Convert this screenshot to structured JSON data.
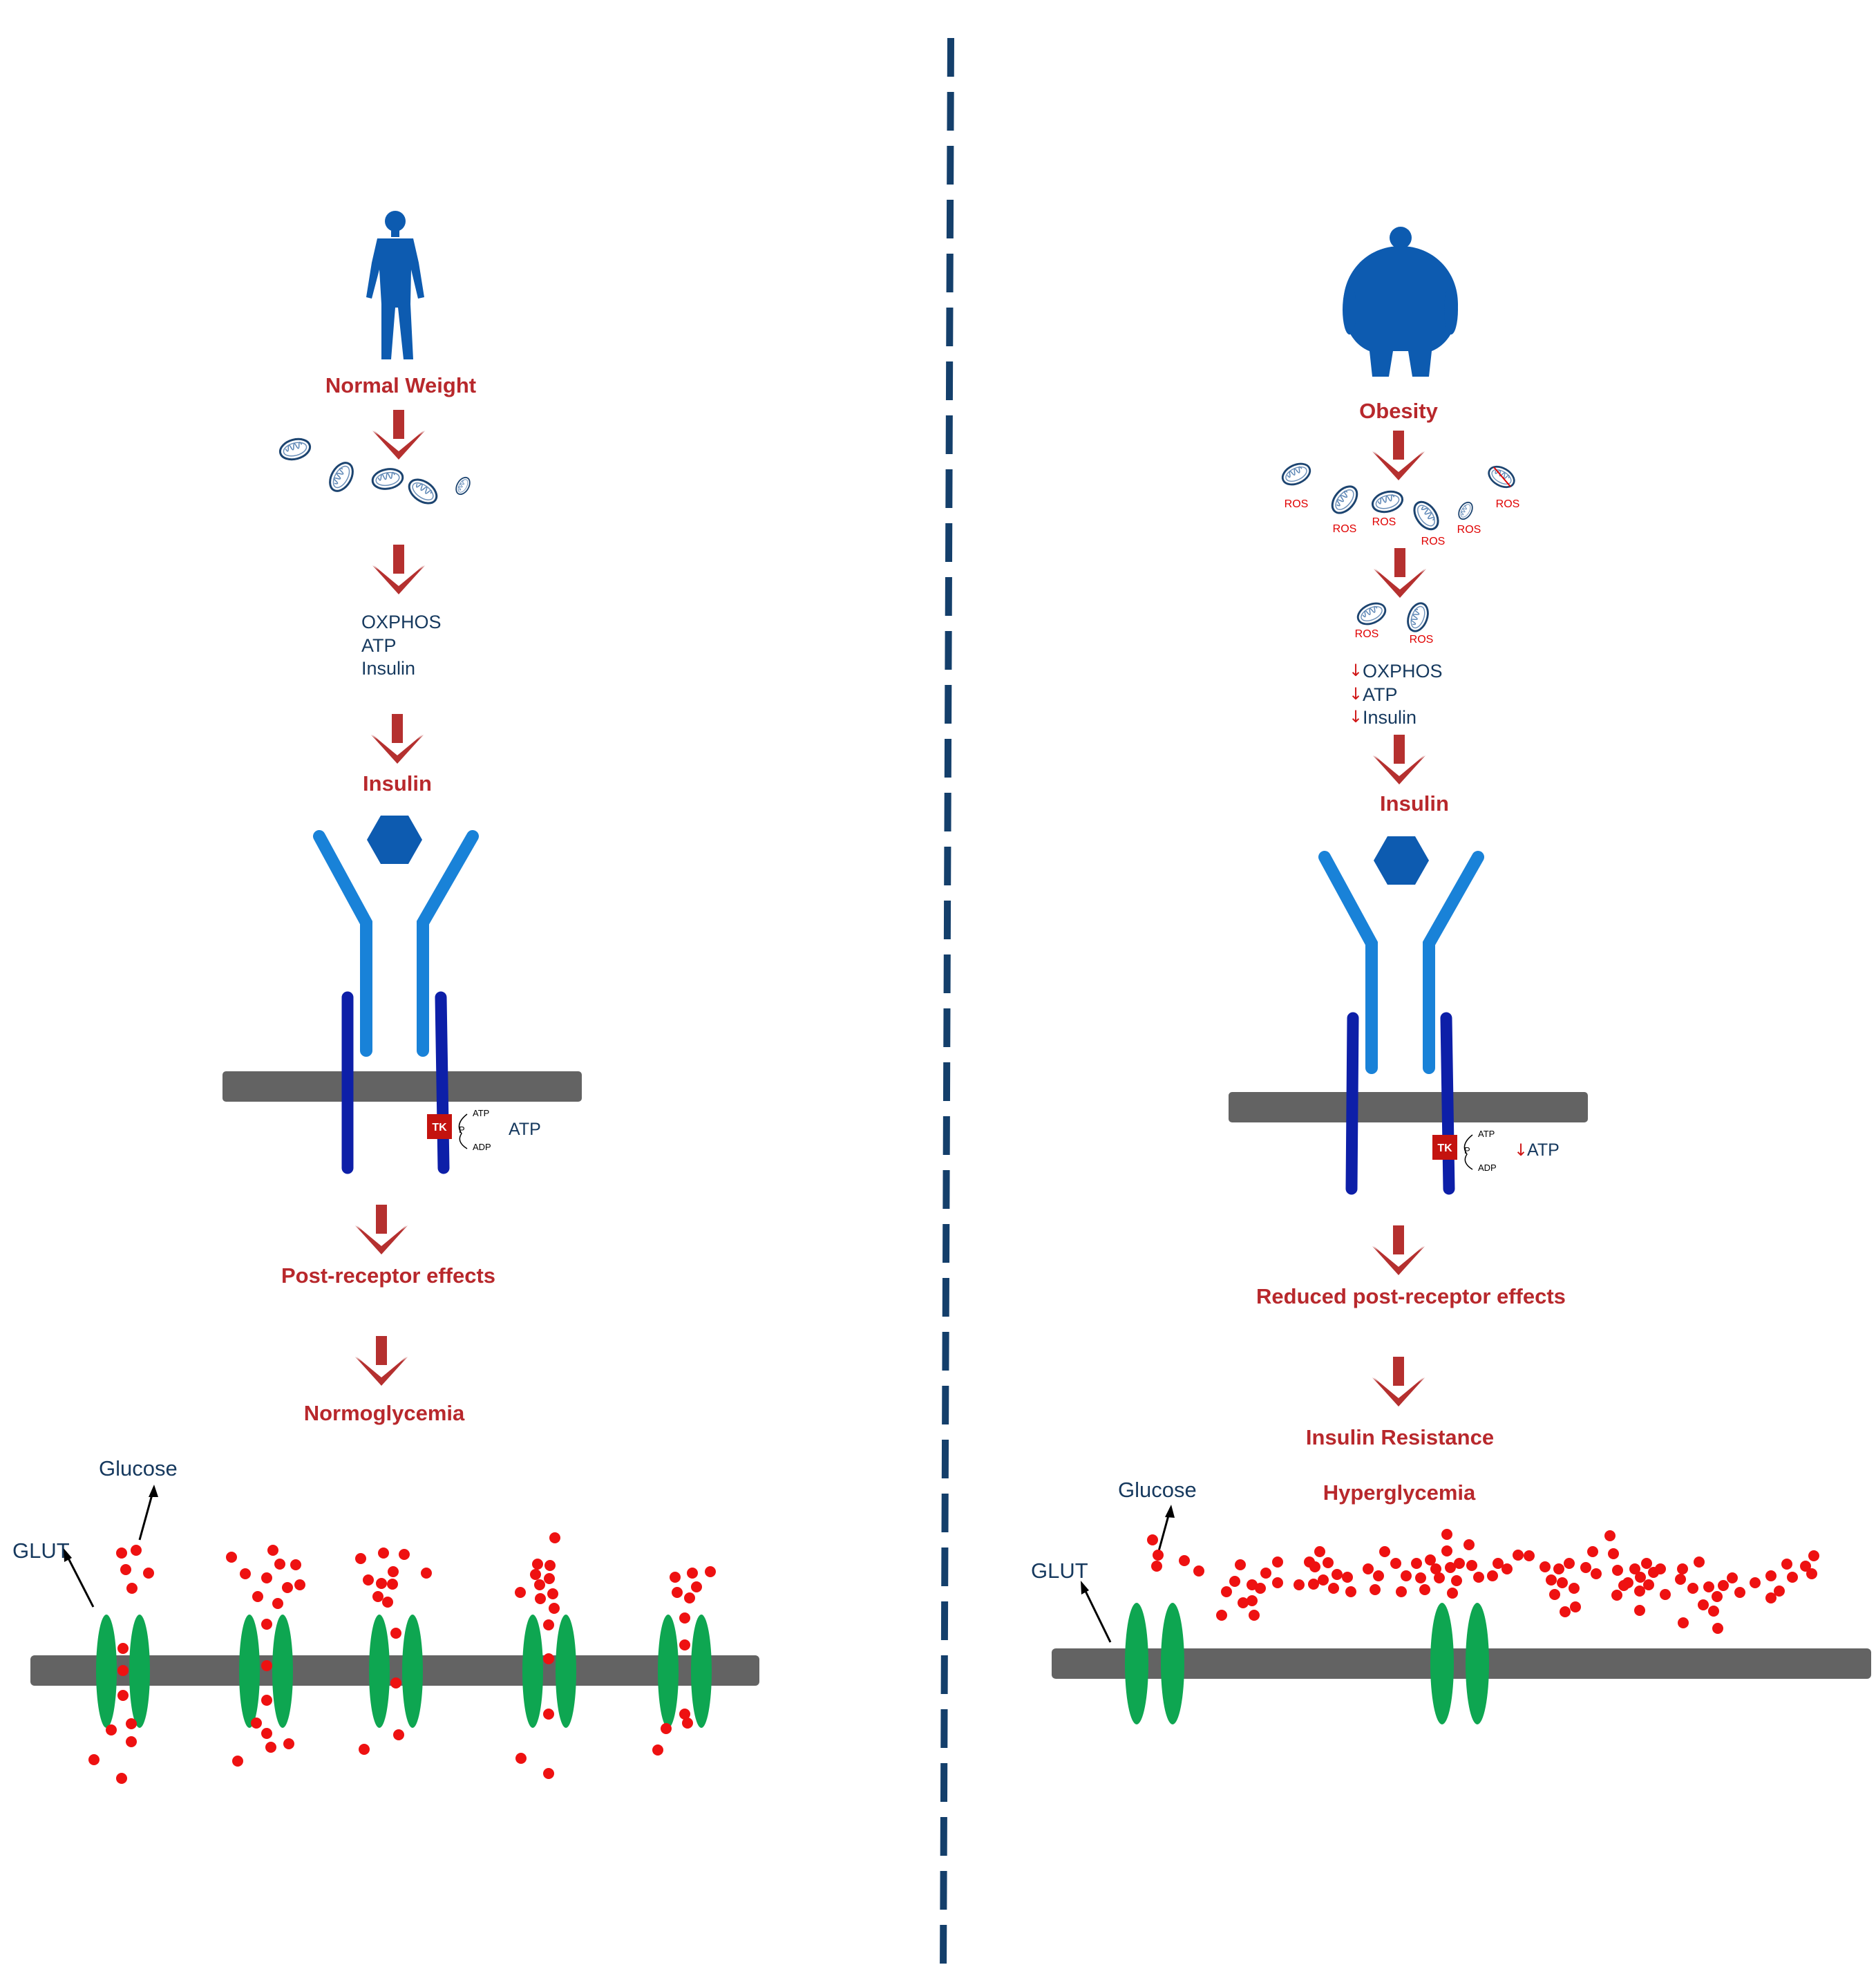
{
  "colors": {
    "label_red": "#b8282c",
    "arrow_red": "#b5302f",
    "text_navy": "#16395e",
    "body_blue": "#0d5bb0",
    "receptor_light": "#1982d8",
    "receptor_dark": "#0d1fa8",
    "membrane_grey": "#636363",
    "glut_green": "#0ea651",
    "glucose_red": "#ee1111",
    "divider_navy": "#143f6b",
    "tk_red": "#c4130f"
  },
  "left": {
    "title": "Normal Weight",
    "markers": [
      "OXPHOS",
      "ATP",
      "Insulin"
    ],
    "insulin_label": "Insulin",
    "tk_label": "TK",
    "tk_atp": "ATP",
    "tk_p": "P",
    "tk_adp": "ADP",
    "atp_side": "ATP",
    "post_receptor": "Post-receptor effects",
    "outcome": "Normoglycemia",
    "glucose_label": "Glucose",
    "glut_label": "GLUT"
  },
  "right": {
    "title": "Obesity",
    "ros_label": "ROS",
    "markers": [
      "OXPHOS",
      "ATP",
      "Insulin"
    ],
    "insulin_label": "Insulin",
    "tk_label": "TK",
    "tk_atp": "ATP",
    "tk_p": "P",
    "tk_adp": "ADP",
    "atp_side": "ATP",
    "post_receptor": "Reduced post-receptor effects",
    "resistance": "Insulin Resistance",
    "outcome": "Hyperglycemia",
    "glucose_label": "Glucose",
    "glut_label": "GLUT"
  },
  "icons": {
    "down_arrow": "↓",
    "person": "normal-weight-person-icon",
    "obese_person": "obese-person-icon",
    "mitochondrion": "mitochondrion-icon",
    "insulin": "insulin-hexagon-icon"
  }
}
